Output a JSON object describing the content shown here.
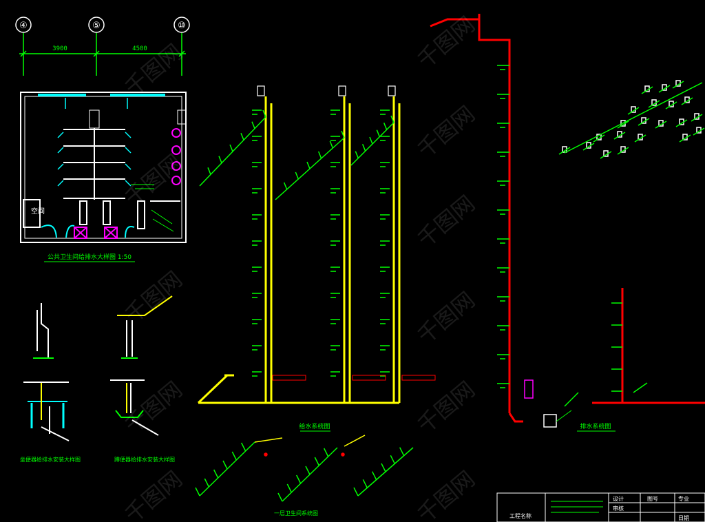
{
  "grid_axes": {
    "axis_labels": [
      "④",
      "⑤",
      "⑩"
    ],
    "spacings": [
      "3900",
      "4500"
    ]
  },
  "plan_title": "公共卫生间给排水大样图 1:50",
  "plan_room_label": "空间",
  "system_title_supply": "给水系统图",
  "system_title_drain": "排水系统图",
  "detail_title_1": "坐便器给排水安装大样图",
  "detail_title_2": "蹲便器给排水安装大样图",
  "lower_axon_title": "一层卫生间系统图",
  "watermark_text": "千图网",
  "title_block": {
    "cells": [
      "工程名称",
      "设计",
      "审核",
      "图号",
      "专业",
      "日期"
    ]
  },
  "colors": {
    "background": "#000000",
    "supply_pipe": "#ffff00",
    "drain_pipe": "#ff0000",
    "annotation": "#00ff00",
    "wall": "#ffffff",
    "fixture_cyan": "#00ffff",
    "fixture_magenta": "#ff00ff"
  }
}
